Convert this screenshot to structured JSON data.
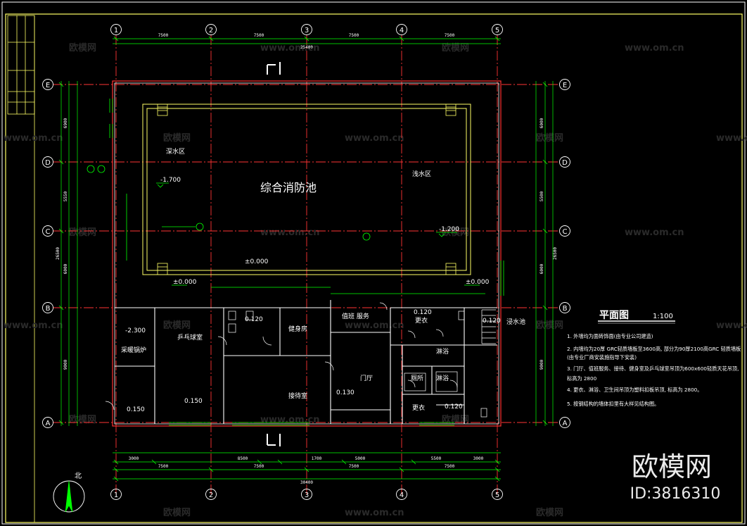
{
  "drawing": {
    "pool_title": "综合消防池",
    "deep_zone": "深水区",
    "shallow_zone": "浅水区",
    "level_deep": "-1.700",
    "level_shallow": "-1.200",
    "level_zero": "±0.000",
    "level_zero_2": "±0.000",
    "level_zero_3": "±0.000",
    "total_width": "30400",
    "total_height": "26500",
    "total_height_right": "26500",
    "overall_top": "25400"
  },
  "grid_axes": {
    "columns": [
      "1",
      "2",
      "3",
      "4",
      "5"
    ],
    "rows": [
      "E",
      "D",
      "C",
      "B",
      "A"
    ],
    "bay_top": [
      "7500",
      "7500",
      "7500",
      "7500"
    ],
    "bottom_dims_row1": [
      "3000",
      "8500",
      "1700",
      "5000",
      "5500",
      "3000"
    ],
    "bottom_dims_row2": [
      "7500",
      "7500",
      "7500",
      "7500"
    ],
    "left_dims": [
      "6900",
      "5550",
      "6000",
      "9000"
    ],
    "right_dims": [
      "6000",
      "5500",
      "6000",
      "9000"
    ]
  },
  "rooms": {
    "boiler": "采暖锅炉",
    "pingpong": "乒乓球室",
    "gym": "健身房",
    "duty_service": "值班 服务",
    "lobby": "门厅",
    "reception": "接待室",
    "change_room": "更衣",
    "shower": "淋浴",
    "toilet": "厕所",
    "change_room_2": "更衣",
    "shower_2": "淋浴",
    "foot_pool": "浸水池",
    "level_boiler": "-2.300",
    "level_pp": "0.150",
    "level_150": "0.150",
    "level_130": "0.130",
    "level_120": "0.120",
    "level_120b": "0.120",
    "level_0120": "0.120",
    "level_change": "0.120"
  },
  "legend": {
    "title": "平面图",
    "scale": "1:100",
    "notes": [
      "1. 外墙均为面砖饰面(由专业公司建造)",
      "2. 内墙均为20厚 GRC轻质墙板至3600高, 部分为90厚2100高GRC 轻质墙板",
      "   (由专业厂商安装施指导下安装)",
      "3. 门厅、值班服务、接待、健身室及乒乓球室吊顶为600x600轻质天花吊顶,",
      "   标高为 2800",
      "4. 更衣、淋浴、卫生间吊顶为塑料扣板吊顶, 标高为 2800。",
      "5. 按钢结构的墙体扣里有大样见结构图。"
    ]
  },
  "compass": {
    "label": "北"
  },
  "watermark": {
    "site": "www.om.cn",
    "brand": "欧模网",
    "big_brand": "欧模网",
    "id": "ID:3816310"
  },
  "colors": {
    "background": "#000000",
    "frame": "#ffff66",
    "grid_line": "#ff3333",
    "dimension": "#00ff00",
    "wall": "#ffffff",
    "pool": "#ffff66",
    "watermark": "#2a2a2a",
    "big_watermark": "#ffffff"
  }
}
